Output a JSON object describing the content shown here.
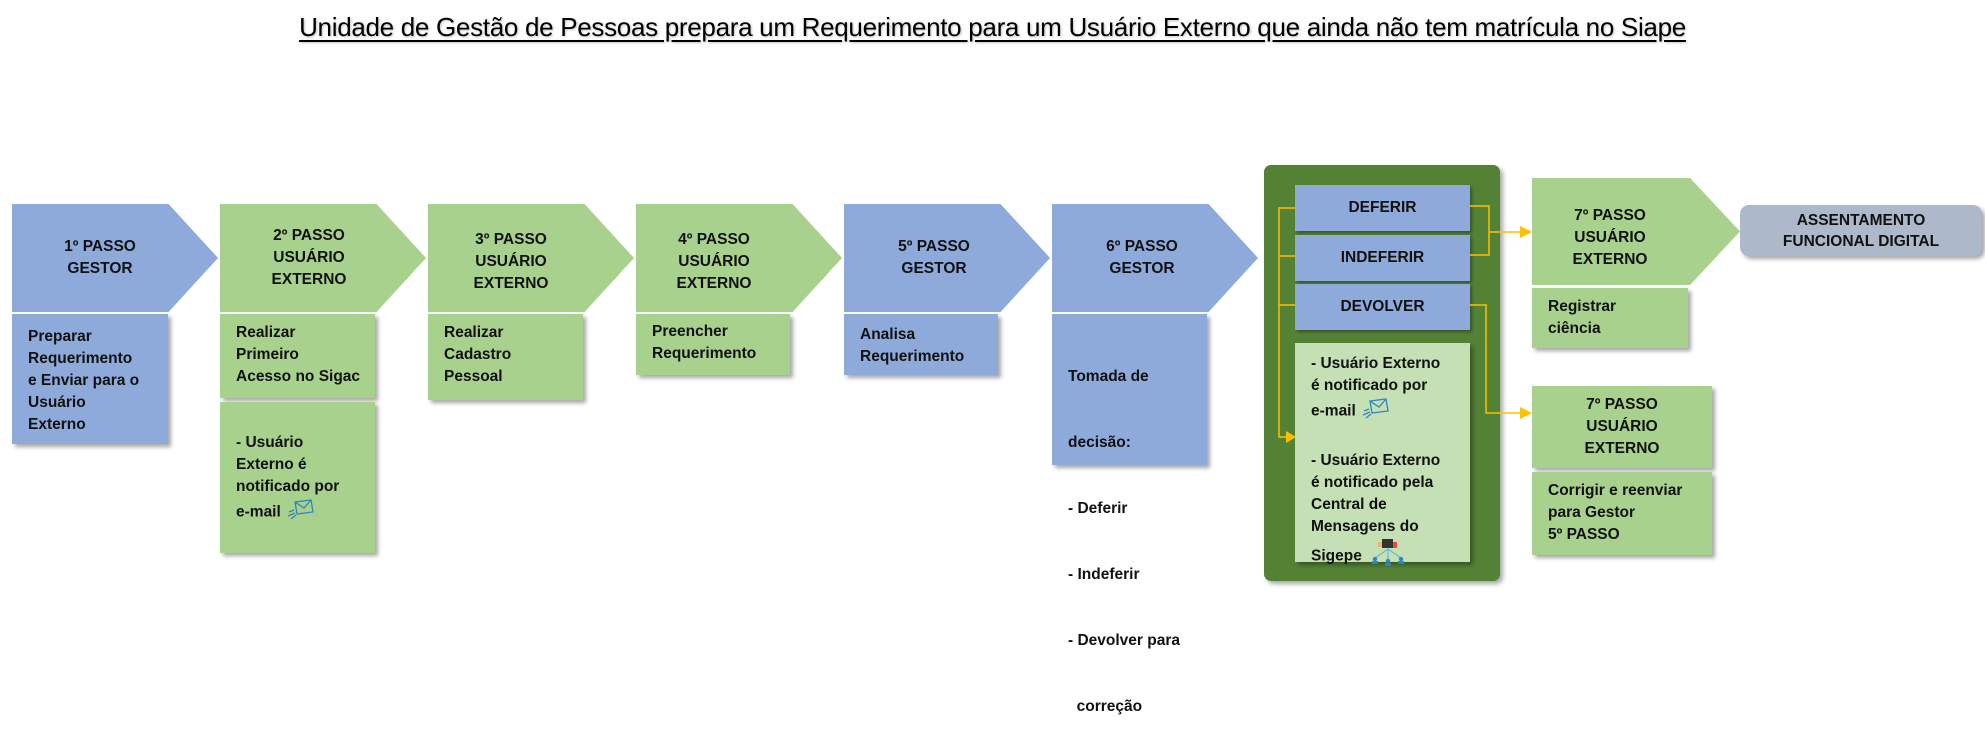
{
  "title": "Unidade de Gestão de Pessoas prepara um Requerimento para um Usuário Externo que ainda não tem matrícula no Siape",
  "colors": {
    "gestor": "#8eaadb",
    "usuario_externo": "#a9d18e",
    "notification": "#c5e0b4",
    "decision_container": "#548235",
    "final": "#adb9ca",
    "connector": "#ffc000"
  },
  "steps": [
    {
      "header": [
        "1º PASSO",
        "GESTOR"
      ],
      "description": [
        "Preparar",
        "Requerimento",
        "e Enviar para o",
        "Usuário",
        "Externo"
      ]
    },
    {
      "header": [
        "2º PASSO",
        "USUÁRIO",
        "EXTERNO"
      ],
      "description": [
        "Realizar",
        "Primeiro",
        "Acesso no Sigac"
      ],
      "notification": [
        "- Usuário",
        "Externo é",
        "notificado por",
        "e-mail"
      ],
      "notification_icon": "envelope-icon"
    },
    {
      "header": [
        "3º PASSO",
        "USUÁRIO",
        "EXTERNO"
      ],
      "description": [
        "Realizar",
        "Cadastro",
        "Pessoal"
      ]
    },
    {
      "header": [
        "4º PASSO",
        "USUÁRIO",
        "EXTERNO"
      ],
      "description": [
        "Preencher",
        "Requerimento"
      ]
    },
    {
      "header": [
        "5º PASSO",
        "GESTOR"
      ],
      "description": [
        "Analisa",
        "Requerimento"
      ]
    },
    {
      "header": [
        "6º PASSO",
        "GESTOR"
      ],
      "description": [
        "Tomada de",
        "decisão:",
        "- Deferir",
        "- Indeferir",
        "- Devolver para",
        "  correção"
      ]
    }
  ],
  "decision": {
    "options": [
      "DEFERIR",
      "INDEFERIR",
      "DEVOLVER"
    ],
    "notification_email": [
      "- Usuário Externo",
      "é notificado por",
      "e-mail"
    ],
    "notification_email_icon": "envelope-icon",
    "notification_central": [
      "- Usuário Externo",
      "é notificado pela",
      "Central de",
      "Mensagens do",
      "Sigepe"
    ],
    "notification_central_icon": "message-network-icon"
  },
  "step7_accept": {
    "header": [
      "7º PASSO",
      "USUÁRIO",
      "EXTERNO"
    ],
    "description": [
      "Registrar",
      "ciência"
    ]
  },
  "step7_return": {
    "header": [
      "7º PASSO",
      "USUÁRIO",
      "EXTERNO"
    ],
    "description": [
      "Corrigir e reenviar",
      "para Gestor",
      "5º PASSO"
    ]
  },
  "final": {
    "label": [
      "ASSENTAMENTO",
      "FUNCIONAL DIGITAL"
    ]
  }
}
